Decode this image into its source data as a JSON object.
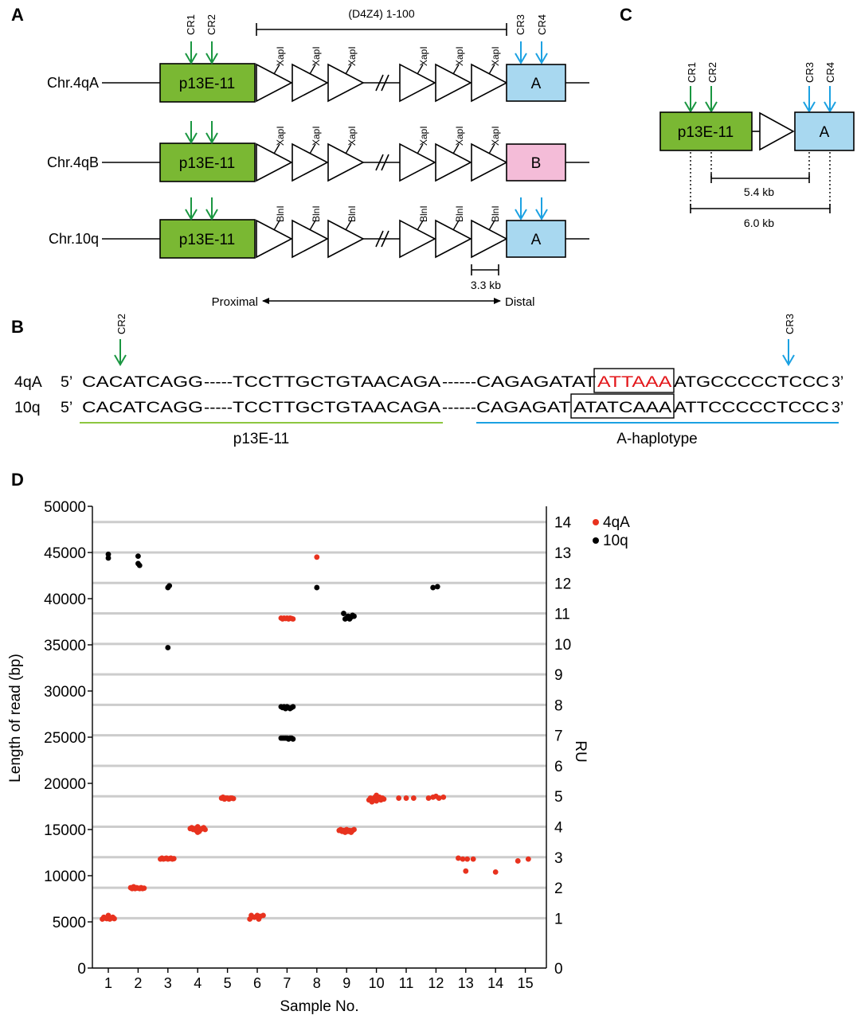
{
  "panels": {
    "A": {
      "letter": "A",
      "repeat_label": "(D4Z4) 1-100",
      "cr_labels": [
        "CR1",
        "CR2",
        "CR3",
        "CR4"
      ],
      "scale_label": "3.3 kb",
      "proximal": "Proximal",
      "distal": "Distal",
      "rows": [
        {
          "label": "Chr.4qA",
          "box": "p13E-11",
          "enzyme": "XapI",
          "haplotype": "A",
          "haplotype_color": "#a8d8f0"
        },
        {
          "label": "Chr.4qB",
          "box": "p13E-11",
          "enzyme": "XapI",
          "haplotype": "B",
          "haplotype_color": "#f4bcd8"
        },
        {
          "label": "Chr.10q",
          "box": "p13E-11",
          "enzyme": "BlnI",
          "haplotype": "A",
          "haplotype_color": "#a8d8f0"
        }
      ]
    },
    "B": {
      "letter": "B",
      "cr2": "CR2",
      "cr3": "CR3",
      "rows": [
        {
          "chr": "4qA",
          "p5": "5’",
          "s1": "CACATCAGG",
          "d1": "-----",
          "s2": "TCCTTGCTGTAACAGA",
          "d2": "------",
          "s3": "CAGAGATAT",
          "box": "ATTAAA",
          "s4": "ATGCCCCCTCCC",
          "p3": "3’"
        },
        {
          "chr": "10q",
          "p5": "5’",
          "s1": "CACATCAGG",
          "d1": "-----",
          "s2": "TCCTTGCTGTAACAGA",
          "d2": "------",
          "s3": "CAGAGAT",
          "box": "ATATCAAA",
          "s4": "ATTCCCCCTCCC",
          "p3": "3’"
        }
      ],
      "under_left": "p13E-11",
      "under_right": "A-haplotype"
    },
    "C": {
      "letter": "C",
      "box": "p13E-11",
      "haplotype": "A",
      "cr_labels": [
        "CR1",
        "CR2",
        "CR3",
        "CR4"
      ],
      "dist1": "5.4 kb",
      "dist2": "6.0 kb"
    },
    "D": {
      "letter": "D"
    }
  },
  "colors": {
    "green_box": "#7ab833",
    "green_arrow": "#1a9641",
    "blue_arrow": "#1ba1e2",
    "red_series": "#e8321e",
    "black_series": "#000000",
    "grid": "#cccccc",
    "highlight_text": "#e3171b",
    "p13_underline": "#8dc63f",
    "hap_underline": "#1ba1e2"
  },
  "chart_data": {
    "type": "scatter",
    "xlabel": "Sample No.",
    "ylabel": "Length of read (bp)",
    "y2label": "RU",
    "ylim": [
      0,
      50000
    ],
    "yticks": [
      0,
      5000,
      10000,
      15000,
      20000,
      25000,
      30000,
      35000,
      40000,
      45000,
      50000
    ],
    "x_ticks": [
      "1",
      "2",
      "3",
      "4",
      "5",
      "6",
      "7",
      "8",
      "9",
      "10",
      "11",
      "12",
      "13",
      "14",
      "15"
    ],
    "ru_labels": [
      {
        "ru": "0",
        "bp": 0
      },
      {
        "ru": "1",
        "bp": 5400
      },
      {
        "ru": "2",
        "bp": 8700
      },
      {
        "ru": "3",
        "bp": 12000
      },
      {
        "ru": "4",
        "bp": 15300
      },
      {
        "ru": "5",
        "bp": 18600
      },
      {
        "ru": "6",
        "bp": 21900
      },
      {
        "ru": "7",
        "bp": 25200
      },
      {
        "ru": "8",
        "bp": 28500
      },
      {
        "ru": "9",
        "bp": 31800
      },
      {
        "ru": "10",
        "bp": 35100
      },
      {
        "ru": "11",
        "bp": 38400
      },
      {
        "ru": "12",
        "bp": 41700
      },
      {
        "ru": "13",
        "bp": 45000
      },
      {
        "ru": "14",
        "bp": 48300
      }
    ],
    "grid": "horizontal lines at each RU level",
    "legend_position": "top-right",
    "series": [
      {
        "name": "4qA",
        "color": "#e8321e",
        "points": [
          [
            0.8,
            5300
          ],
          [
            0.85,
            5500
          ],
          [
            0.9,
            5400
          ],
          [
            0.95,
            5350
          ],
          [
            1.0,
            5450
          ],
          [
            1.0,
            5700
          ],
          [
            1.05,
            5300
          ],
          [
            1.1,
            5400
          ],
          [
            1.15,
            5500
          ],
          [
            1.2,
            5350
          ],
          [
            1.75,
            8700
          ],
          [
            1.8,
            8600
          ],
          [
            1.85,
            8800
          ],
          [
            1.9,
            8600
          ],
          [
            1.95,
            8700
          ],
          [
            2.0,
            8650
          ],
          [
            2.05,
            8600
          ],
          [
            2.1,
            8700
          ],
          [
            2.15,
            8600
          ],
          [
            2.2,
            8650
          ],
          [
            2.75,
            11800
          ],
          [
            2.8,
            11900
          ],
          [
            2.85,
            11800
          ],
          [
            2.9,
            11850
          ],
          [
            2.95,
            11900
          ],
          [
            3.0,
            11800
          ],
          [
            3.05,
            11850
          ],
          [
            3.1,
            11900
          ],
          [
            3.15,
            11800
          ],
          [
            3.2,
            11850
          ],
          [
            3.75,
            15100
          ],
          [
            3.8,
            15200
          ],
          [
            3.85,
            15000
          ],
          [
            3.9,
            15100
          ],
          [
            3.95,
            14900
          ],
          [
            4.0,
            14700
          ],
          [
            4.0,
            15300
          ],
          [
            4.05,
            14800
          ],
          [
            4.1,
            15000
          ],
          [
            4.15,
            15100
          ],
          [
            4.2,
            15200
          ],
          [
            4.25,
            15000
          ],
          [
            4.8,
            18400
          ],
          [
            4.85,
            18500
          ],
          [
            4.9,
            18300
          ],
          [
            4.95,
            18400
          ],
          [
            5.0,
            18400
          ],
          [
            5.05,
            18300
          ],
          [
            5.1,
            18400
          ],
          [
            5.15,
            18400
          ],
          [
            5.2,
            18350
          ],
          [
            5.75,
            5300
          ],
          [
            5.8,
            5700
          ],
          [
            5.9,
            5500
          ],
          [
            6.0,
            5700
          ],
          [
            6.05,
            5300
          ],
          [
            6.1,
            5600
          ],
          [
            6.2,
            5700
          ],
          [
            6.8,
            37900
          ],
          [
            6.85,
            37800
          ],
          [
            6.9,
            37900
          ],
          [
            6.95,
            37850
          ],
          [
            7.0,
            37900
          ],
          [
            7.05,
            37800
          ],
          [
            7.1,
            37900
          ],
          [
            7.15,
            37850
          ],
          [
            7.2,
            37800
          ],
          [
            8.0,
            44500
          ],
          [
            8.75,
            14900
          ],
          [
            8.8,
            15000
          ],
          [
            8.85,
            14800
          ],
          [
            8.9,
            14900
          ],
          [
            8.95,
            14700
          ],
          [
            9.0,
            15000
          ],
          [
            9.05,
            14800
          ],
          [
            9.1,
            14900
          ],
          [
            9.15,
            14700
          ],
          [
            9.2,
            14900
          ],
          [
            9.25,
            15000
          ],
          [
            9.75,
            18200
          ],
          [
            9.8,
            18400
          ],
          [
            9.85,
            18000
          ],
          [
            9.9,
            18300
          ],
          [
            9.95,
            18500
          ],
          [
            10.0,
            18700
          ],
          [
            10.0,
            18100
          ],
          [
            10.05,
            18300
          ],
          [
            10.1,
            18500
          ],
          [
            10.15,
            18200
          ],
          [
            10.2,
            18400
          ],
          [
            10.25,
            18300
          ],
          [
            10.75,
            18400
          ],
          [
            11.0,
            18400
          ],
          [
            11.25,
            18400
          ],
          [
            11.75,
            18400
          ],
          [
            11.9,
            18500
          ],
          [
            12.0,
            18600
          ],
          [
            12.1,
            18400
          ],
          [
            12.25,
            18500
          ],
          [
            12.75,
            11900
          ],
          [
            12.9,
            11800
          ],
          [
            13.0,
            10500
          ],
          [
            13.05,
            11800
          ],
          [
            13.25,
            11800
          ],
          [
            14.0,
            10400
          ],
          [
            14.75,
            11600
          ],
          [
            15.1,
            11800
          ]
        ]
      },
      {
        "name": "10q",
        "color": "#000000",
        "points": [
          [
            1.0,
            44800
          ],
          [
            1.0,
            44400
          ],
          [
            2.0,
            44600
          ],
          [
            2.0,
            43800
          ],
          [
            2.05,
            43600
          ],
          [
            3.0,
            41200
          ],
          [
            3.05,
            41400
          ],
          [
            3.0,
            34700
          ],
          [
            6.8,
            28300
          ],
          [
            6.85,
            28200
          ],
          [
            6.9,
            28300
          ],
          [
            6.95,
            28100
          ],
          [
            7.0,
            28300
          ],
          [
            7.05,
            28200
          ],
          [
            7.1,
            28100
          ],
          [
            7.15,
            28200
          ],
          [
            7.2,
            28300
          ],
          [
            6.8,
            24900
          ],
          [
            6.85,
            24900
          ],
          [
            6.9,
            24900
          ],
          [
            6.95,
            24900
          ],
          [
            7.0,
            24900
          ],
          [
            7.05,
            24800
          ],
          [
            7.1,
            24900
          ],
          [
            7.15,
            24900
          ],
          [
            7.2,
            24800
          ],
          [
            8.0,
            41200
          ],
          [
            8.9,
            38400
          ],
          [
            8.95,
            37800
          ],
          [
            9.0,
            37900
          ],
          [
            9.05,
            38100
          ],
          [
            9.1,
            37800
          ],
          [
            9.15,
            38000
          ],
          [
            9.2,
            38200
          ],
          [
            9.25,
            38100
          ],
          [
            11.9,
            41200
          ],
          [
            12.05,
            41300
          ]
        ]
      }
    ]
  }
}
